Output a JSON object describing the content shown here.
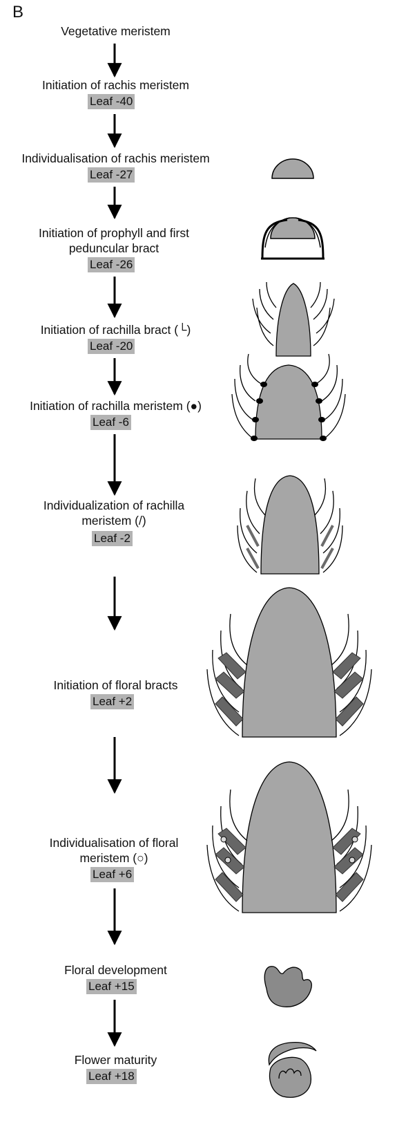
{
  "panel_label": "B",
  "stages": [
    {
      "title": "Vegetative meristem",
      "leaf": ""
    },
    {
      "title": "Initiation of rachis meristem",
      "leaf": "Leaf -40"
    },
    {
      "title": "Individualisation of rachis meristem",
      "leaf": "Leaf -27"
    },
    {
      "title": "Initiation of prophyll and first peduncular bract",
      "leaf": "Leaf -26"
    },
    {
      "title": "Initiation of rachilla bract (└)",
      "leaf": "Leaf -20"
    },
    {
      "title": "Initiation of rachilla meristem (●)",
      "leaf": "Leaf -6"
    },
    {
      "title": "Individualization of rachilla meristem (/)",
      "leaf": "Leaf -2"
    },
    {
      "title": "Initiation of floral bracts",
      "leaf": "Leaf +2"
    },
    {
      "title": "Individualisation of floral meristem (○)",
      "leaf": "Leaf +6"
    },
    {
      "title": "Floral development",
      "leaf": "Leaf +15"
    },
    {
      "title": "Flower maturity",
      "leaf": "Leaf +18"
    }
  ],
  "colors": {
    "meristem_fill": "#a6a6a6",
    "badge_bg": "#b3b3b3",
    "ink": "#000000",
    "bract_dark": "#555555"
  }
}
